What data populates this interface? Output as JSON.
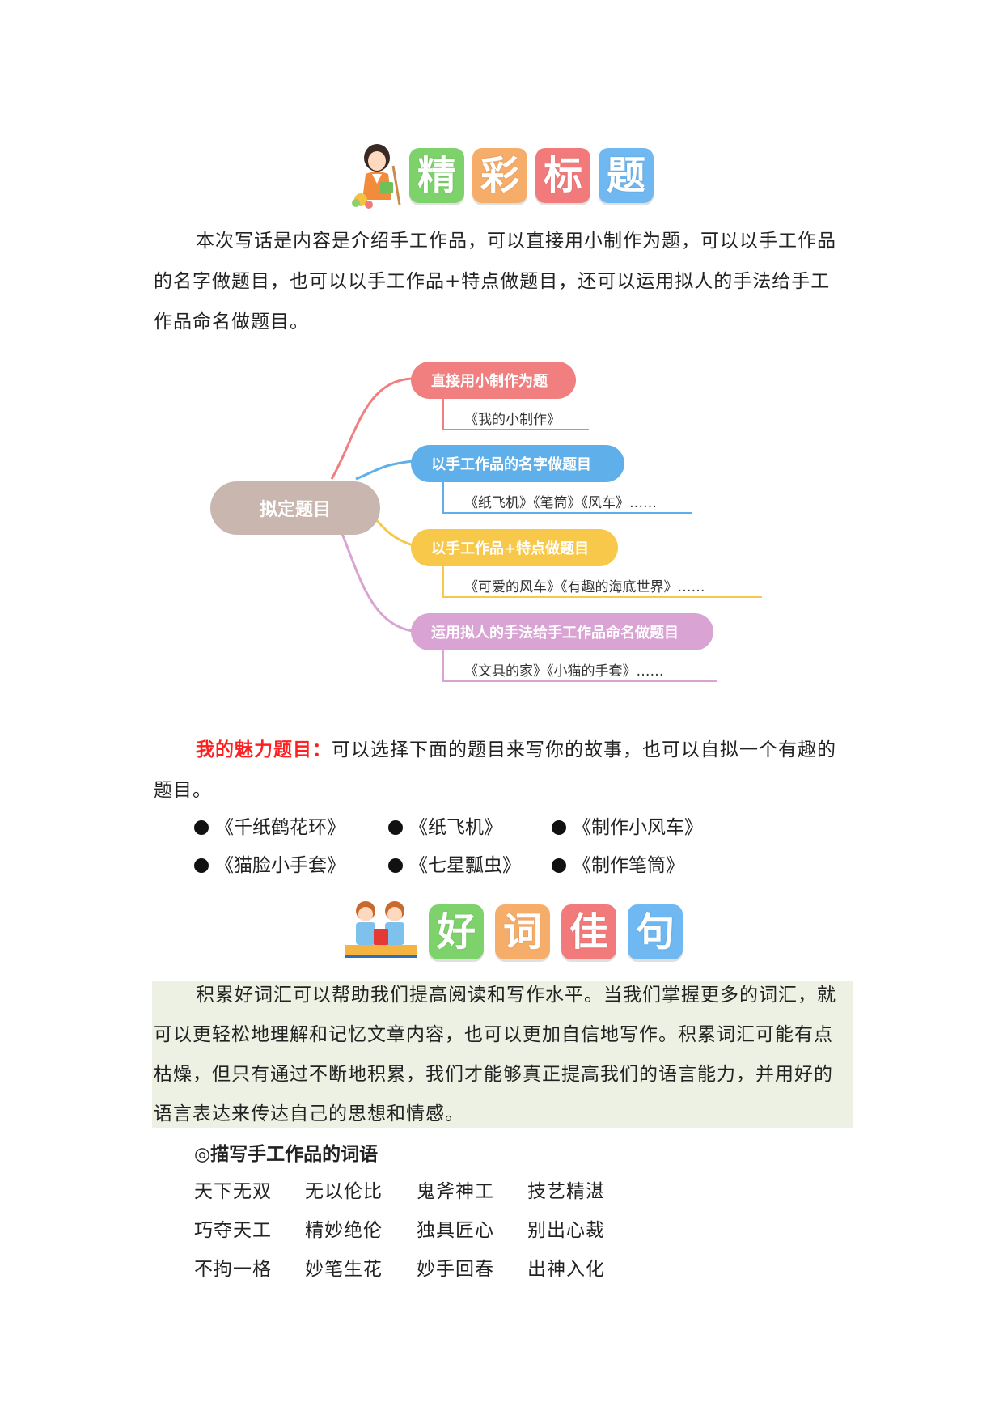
{
  "section1": {
    "tiles": [
      "精",
      "彩",
      "标",
      "题"
    ],
    "tile_colors": [
      "#7ed26b",
      "#f7ad6a",
      "#f27a7a",
      "#6fb8f2"
    ]
  },
  "intro": "本次写话是内容是介绍手工作品，可以直接用小制作为题，可以以手工作品的名字做题目，也可以以手工作品+特点做题目，还可以运用拟人的手法给手工作品命名做题目。",
  "mindmap": {
    "center": "拟定题目",
    "center_color": "#c9b6ae",
    "branches": [
      {
        "title": "直接用小制作为题",
        "example": "《我的小制作》",
        "color": "#f17f7f"
      },
      {
        "title": "以手工作品的名字做题目",
        "example": "《纸飞机》《笔筒》《风车》……",
        "color": "#5fb0ea"
      },
      {
        "title": "以手工作品+特点做题目",
        "example": "《可爱的风车》《有趣的海底世界》……",
        "color": "#f8c84a"
      },
      {
        "title": "运用拟人的手法给手工作品命名做题目",
        "example": "《文具的家》《小猫的手套》……",
        "color": "#d9a3d3"
      }
    ]
  },
  "charm": {
    "lead": "我的魅力题目：",
    "text": "可以选择下面的题目来写你的故事，也可以自拟一个有趣的题目。",
    "topics": [
      [
        "《千纸鹤花环》",
        "《纸飞机》",
        "《制作小风车》"
      ],
      [
        "《猫脸小手套》",
        "《七星瓢虫》",
        "《制作笔筒》"
      ]
    ]
  },
  "section2": {
    "tiles": [
      "好",
      "词",
      "佳",
      "句"
    ],
    "tile_colors": [
      "#7ed26b",
      "#f7ad6a",
      "#f27a7a",
      "#6fb8f2"
    ]
  },
  "accumulate": "积累好词汇可以帮助我们提高阅读和写作水平。当我们掌握更多的词汇，就可以更轻松地理解和记忆文章内容，也可以更加自信地写作。积累词汇可能有点枯燥，但只有通过不断地积累，我们才能够真正提高我们的语言能力，并用好的语言表达来传达自己的思想和情感。",
  "words": {
    "heading": "◎描写手工作品的词语",
    "rows": [
      [
        "天下无双",
        "无以伦比",
        "鬼斧神工",
        "技艺精湛"
      ],
      [
        "巧夺天工",
        "精妙绝伦",
        "独具匠心",
        "别出心裁"
      ],
      [
        "不拘一格",
        "妙笔生花",
        "妙手回春",
        "出神入化"
      ]
    ]
  }
}
